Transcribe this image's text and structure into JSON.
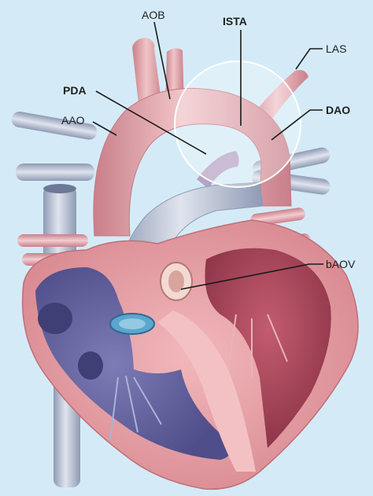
{
  "diagram": {
    "background_color": "#d4ebf7",
    "colors": {
      "artery": "#d99aa3",
      "artery_light": "#f0c4c8",
      "vein": "#a8b2c8",
      "vein_light": "#cfd6e4",
      "myocardium": "#e8a0a5",
      "left_ventricle_cavity": "#b04a5f",
      "right_ventricle_cavity": "#6a69a6",
      "highlight_circle": "#ffffff"
    },
    "labels": {
      "aob": "AOB",
      "ista": "ISTA",
      "las": "LAS",
      "pda": "PDA",
      "aao": "AAO",
      "dao": "DAO",
      "baov": "bAOV"
    },
    "icons": {
      "heart": "heart-anatomy-illustration",
      "circle": "isthmus-highlight-circle"
    }
  }
}
